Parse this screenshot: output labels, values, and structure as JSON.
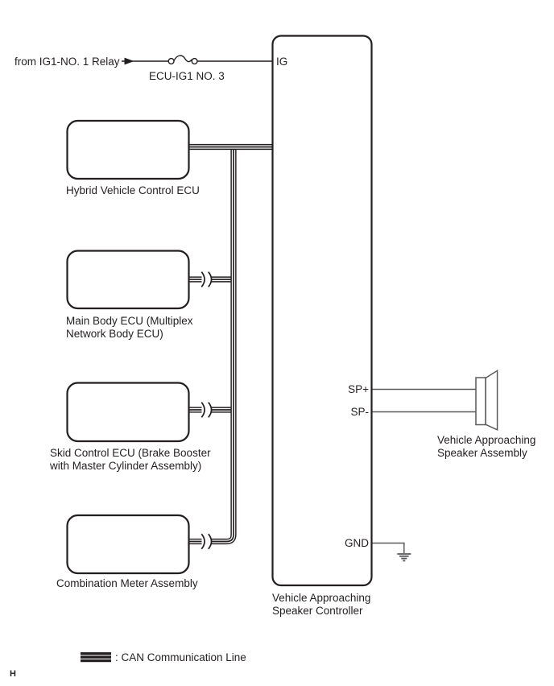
{
  "diagram": {
    "power": {
      "source_label": "from IG1-NO. 1 Relay",
      "fuse_label": "ECU-IG1 NO. 3"
    },
    "controller": {
      "label_line1": "Vehicle Approaching",
      "label_line2": "Speaker Controller",
      "terminals": {
        "ig": "IG",
        "sp_plus": "SP+",
        "sp_minus": "SP-",
        "gnd": "GND"
      }
    },
    "ecus": [
      {
        "line1": "Hybrid Vehicle Control ECU",
        "line2": ""
      },
      {
        "line1": "Main Body ECU (Multiplex",
        "line2": "Network Body ECU)"
      },
      {
        "line1": "Skid Control ECU (Brake Booster",
        "line2": "with Master Cylinder Assembly)"
      },
      {
        "line1": "Combination Meter Assembly",
        "line2": ""
      }
    ],
    "speaker": {
      "label_line1": "Vehicle Approaching",
      "label_line2": "Speaker Assembly"
    },
    "legend": {
      "label": ": CAN Communication Line"
    },
    "footer_mark": "H",
    "colors": {
      "line": "#231f20",
      "thin_wire": "#58595b",
      "background": "#ffffff"
    }
  }
}
